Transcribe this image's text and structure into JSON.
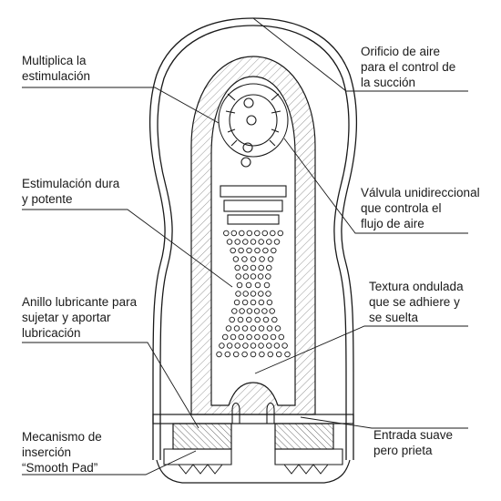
{
  "labels": [
    "Multiplica la\nestimulación",
    "Estimulación dura\ny potente",
    "Anillo lubricante para\nsujetar y aportar\nlubricación",
    "Mecanismo de\ninserción\n“Smooth Pad”",
    "Orificio de aire\npara el control de\nla succión",
    "Válvula unidireccional\nque controla el\nflujo de aire",
    "Textura ondulada\nque se adhiere y\nse suelta",
    "Entrada suave\npero prieta"
  ],
  "colors": {
    "ink": "#1a1a1a",
    "hatch": "#8a8a8a",
    "background": "#ffffff"
  }
}
